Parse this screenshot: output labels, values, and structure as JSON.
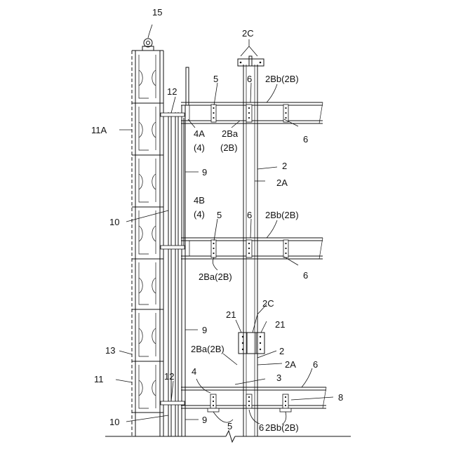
{
  "labels": {
    "l15": "15",
    "l2C_top": "2C",
    "l12_top": "12",
    "l5_top": "5",
    "l6_top": "6",
    "l2Bb_top": "2Bb(2B)",
    "l11A": "11A",
    "l4A": "4A",
    "l4A_sub": "(4)",
    "l2Ba_top": "2Ba",
    "l2Ba_top_sub": "(2B)",
    "l6_right_top": "6",
    "l2_top": "2",
    "l9_top": "9",
    "l2A_top": "2A",
    "l4B": "4B",
    "l4B_sub": "(4)",
    "l10_mid": "10",
    "l5_mid": "5",
    "l6_mid": "6",
    "l2Bb_mid": "2Bb(2B)",
    "l2Ba_mid": "2Ba(2B)",
    "l6_right_mid": "6",
    "l2C_low": "2C",
    "l21_left": "21",
    "l21_right": "21",
    "l9_low": "9",
    "l13": "13",
    "l2Ba_low": "2Ba(2B)",
    "l2_low": "2",
    "l2A_low": "2A",
    "l6_low_right": "6",
    "l11": "11",
    "l4_low": "4",
    "l3": "3",
    "l12_low": "12",
    "l8": "8",
    "l10_low": "10",
    "l9_bottom": "9",
    "l5_low": "5",
    "l6_low": "6",
    "l2Bb_low": "2Bb(2B)"
  }
}
